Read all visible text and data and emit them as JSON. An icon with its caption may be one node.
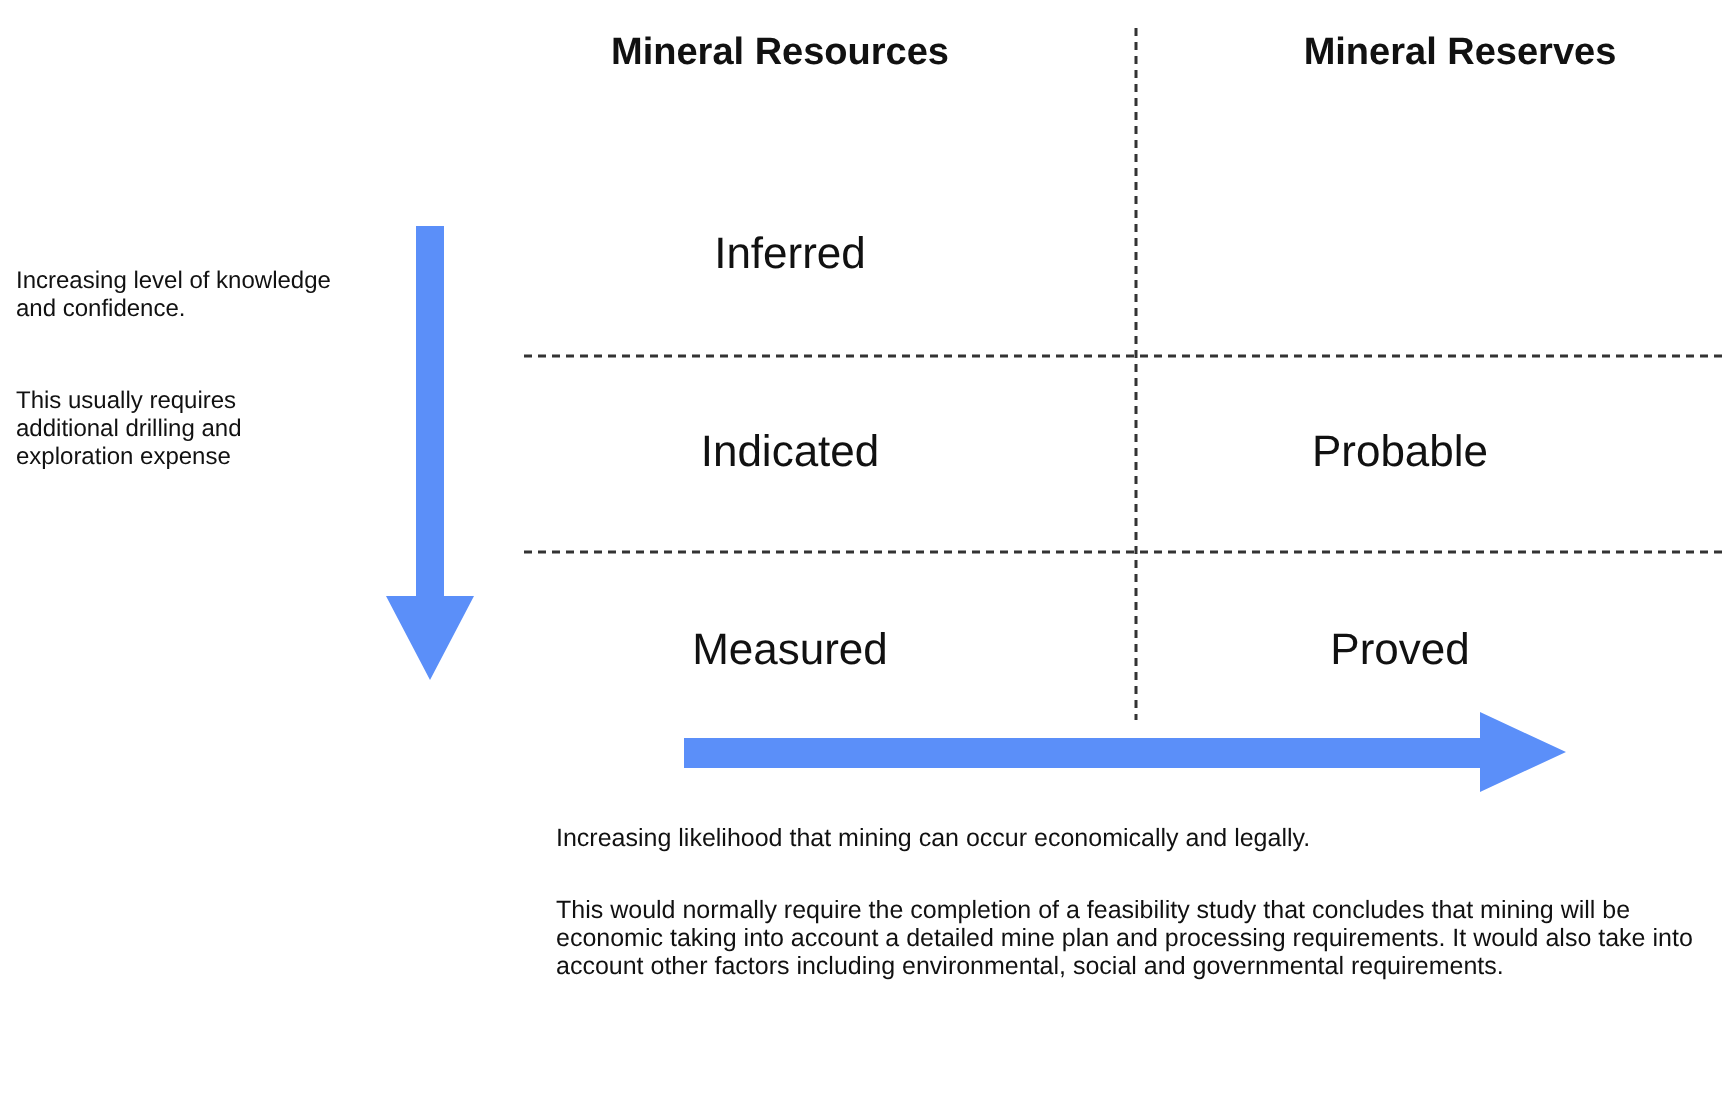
{
  "diagram": {
    "labels": [
      "Mineral Resources",
      "Mineral Reserves",
      "Inferred",
      "Indicated",
      "Probable",
      "Measured",
      "Proved",
      "Increasing level of knowledge and confidence.",
      "This usually requires additional drilling and exploration expense",
      "Increasing likelihood that mining can occur economically and legally.",
      "This would normally require the completion of a feasibility study that concludes that mining will be economic taking into account a detailed mine plan and processing requirements. It would also take into account other factors including environmental, social and governmental requirements."
    ]
  }
}
